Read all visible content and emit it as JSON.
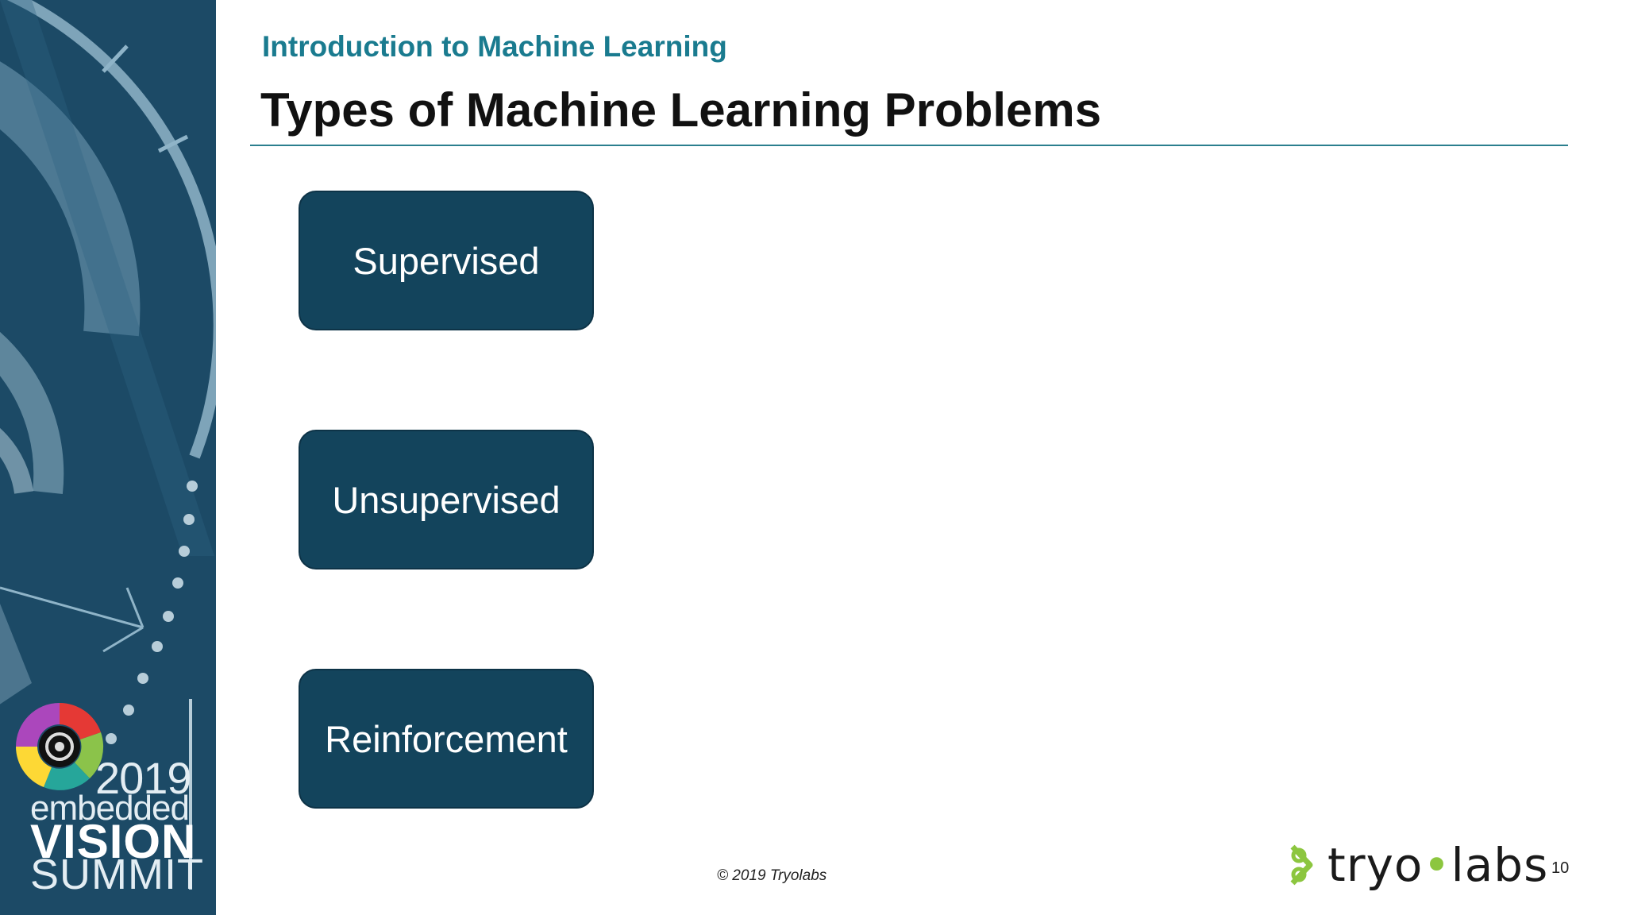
{
  "header": {
    "subtitle": "Introduction to Machine Learning",
    "title": "Types of Machine Learning Problems"
  },
  "types": [
    {
      "label": "Supervised"
    },
    {
      "label": "Unsupervised"
    },
    {
      "label": "Reinforcement"
    }
  ],
  "footer": {
    "copyright": "© 2019 Tryolabs",
    "brand_part1": "tryo",
    "brand_dot": "•",
    "brand_part2": "labs",
    "page_number": "10"
  },
  "sidebar_logo": {
    "year": "2019",
    "line1": "embedded",
    "line2": "VISION",
    "line3": "SUMMIT"
  },
  "colors": {
    "sidebar_bg": "#1c4a66",
    "accent_teal": "#1a7b8f",
    "box_fill": "#13445c",
    "brand_green": "#8cc63f"
  }
}
